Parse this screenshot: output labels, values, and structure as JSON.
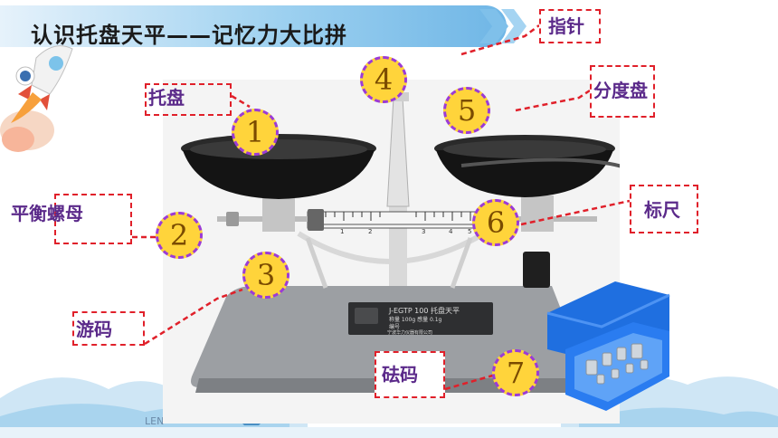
{
  "title": "认识托盘天平——记忆力大比拼",
  "labels": {
    "pointer": "指针",
    "pan": "托盘",
    "dial": "分度盘",
    "balance_nut": "平衡螺母",
    "ruler": "标尺",
    "rider": "游码",
    "weights": "砝码"
  },
  "numbers": [
    "1",
    "2",
    "3",
    "4",
    "5",
    "6",
    "7"
  ],
  "plate_text": {
    "line1": "J-EGTP 100 托盘天平",
    "line2": "称量 100g    感量 0.1g",
    "line3": "编号",
    "line4": "宁波华力仪器有限公司"
  },
  "ruler_ticks": [
    "1",
    "2",
    "3",
    "4",
    "5"
  ],
  "scenery_text": "LEN",
  "colors": {
    "label_text": "#5b2a8a",
    "dash": "#e0202a",
    "circle_fill": "#ffd43b",
    "circle_border": "#9b3bd6",
    "banner": "#9ed1f0"
  }
}
